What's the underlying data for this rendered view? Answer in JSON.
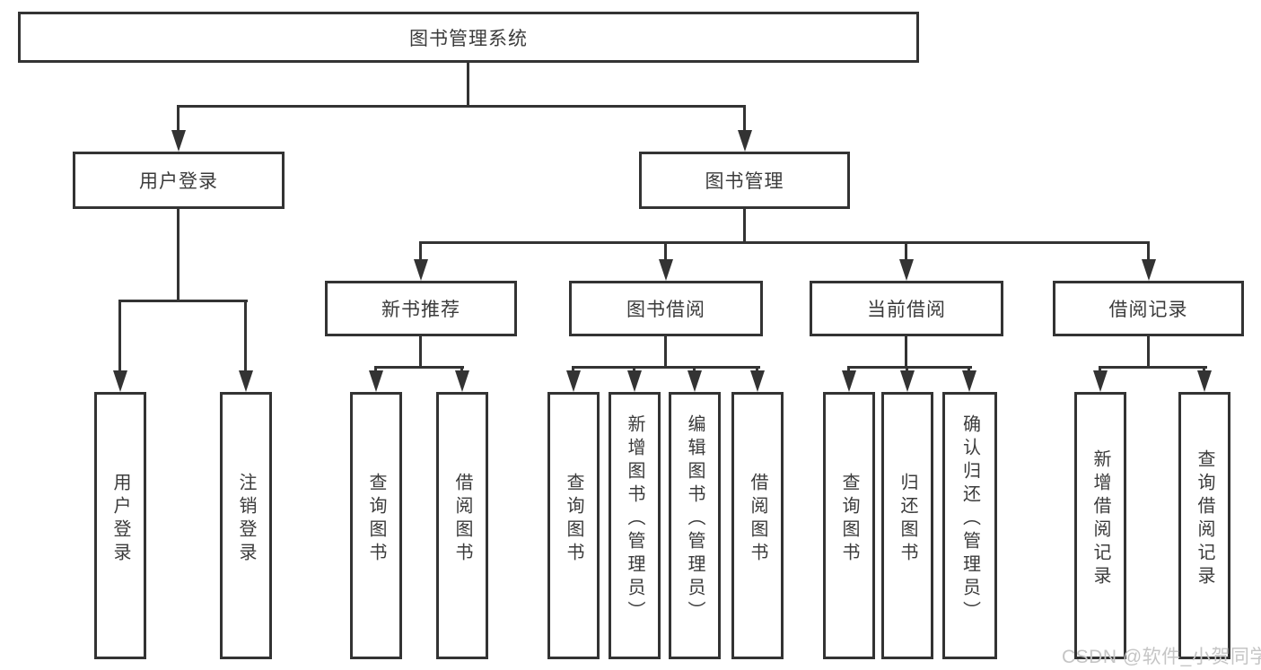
{
  "diagram": {
    "root": {
      "label": "图书管理系统"
    },
    "level2": [
      {
        "label": "用户登录"
      },
      {
        "label": "图书管理"
      }
    ],
    "level3": [
      {
        "label": "新书推荐"
      },
      {
        "label": "图书借阅"
      },
      {
        "label": "当前借阅"
      },
      {
        "label": "借阅记录"
      }
    ],
    "leaves": {
      "user_login": [
        {
          "label": "用户登录"
        },
        {
          "label": "注销登录"
        }
      ],
      "new_book_recommend": [
        {
          "label": "查询图书"
        },
        {
          "label": "借阅图书"
        }
      ],
      "book_borrow": [
        {
          "label": "查询图书"
        },
        {
          "label": "新增图书（管理员）"
        },
        {
          "label": "编辑图书（管理员）"
        },
        {
          "label": "借阅图书"
        }
      ],
      "current_borrow": [
        {
          "label": "查询图书"
        },
        {
          "label": "归还图书"
        },
        {
          "label": "确认归还（管理员）"
        }
      ],
      "borrow_records": [
        {
          "label": "新增借阅记录"
        },
        {
          "label": "查询借阅记录"
        }
      ]
    }
  },
  "watermark": {
    "text": "CSDN @软件_小贺同学"
  },
  "colors": {
    "line": "#333333",
    "text": "#3b3b3b",
    "background": "#ffffff",
    "watermark": "#c5c5c5"
  }
}
